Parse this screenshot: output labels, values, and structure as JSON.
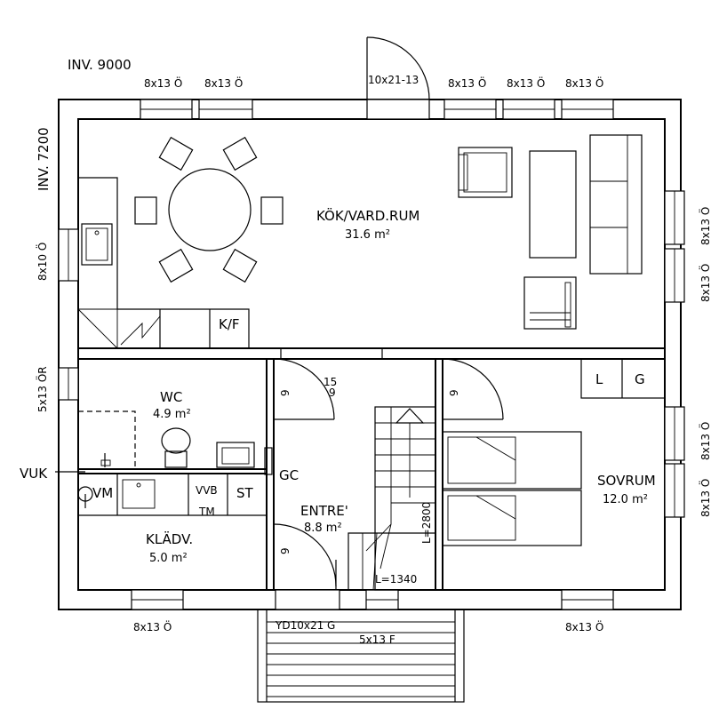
{
  "dimensions": {
    "width_label": "INV. 9000",
    "depth_label": "INV. 7200"
  },
  "rooms": {
    "kitchen": {
      "name": "KÖK/VARD.RUM",
      "area": "31.6 m²"
    },
    "wc": {
      "name": "WC",
      "area": "4.9 m²"
    },
    "entry": {
      "name": "ENTRE'",
      "area": "8.8 m²"
    },
    "laundry": {
      "name": "KLÄDV.",
      "area": "5.0 m²"
    },
    "bedroom": {
      "name": "SOVRUM",
      "area": "12.0 m²"
    }
  },
  "fixtures": {
    "fridge": "K/F",
    "wardrobe_l": "L",
    "wardrobe_g": "G",
    "washer": "VM",
    "sink_unit": "VVB",
    "dryer": "TM",
    "shelf": "ST",
    "rack": "GC",
    "vuk": "VUK"
  },
  "windows": {
    "top_1": "8x13 Ö",
    "top_2": "8x13 Ö",
    "top_door": "10x21-13",
    "top_3": "8x13 Ö",
    "top_4": "8x13 Ö",
    "top_5": "8x13 Ö",
    "left_1": "8x10 Ö",
    "left_2": "5x13 ÖR",
    "right_1": "8x13 Ö",
    "right_2": "8x13 Ö",
    "right_3": "8x13 Ö",
    "right_4": "8x13 Ö",
    "bottom_1": "8x13 Ö",
    "bottom_door": "YD10x21 G",
    "bottom_2": "5x13 F",
    "bottom_3": "8x13 Ö"
  },
  "door_swings": {
    "d1": "9",
    "d2": "9",
    "d3": "9",
    "d4": "9"
  },
  "stair": {
    "top_mark": "15",
    "length_1": "L=2800",
    "length_2": "L=1340"
  }
}
